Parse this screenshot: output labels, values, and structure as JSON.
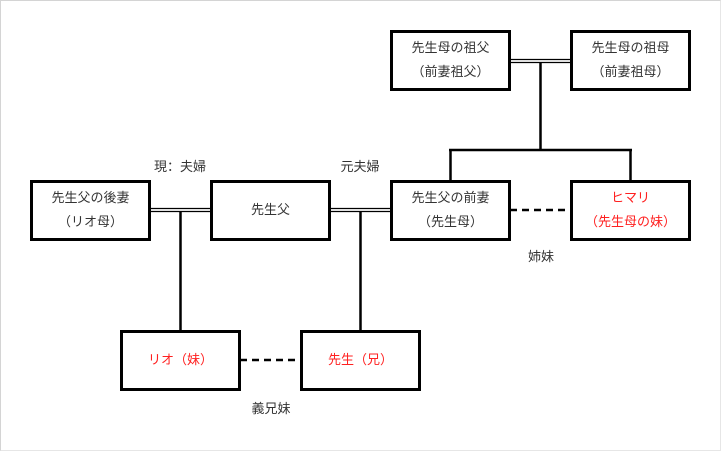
{
  "colors": {
    "line": "#000000",
    "text": "#333333",
    "highlight_text": "#ff2020"
  },
  "nodes": {
    "great_grandfather": {
      "line1": "先生母の祖父",
      "line2": "（前妻祖父）"
    },
    "great_grandmother": {
      "line1": "先生母の祖母",
      "line2": "（前妻祖母）"
    },
    "father_second_wife": {
      "line1": "先生父の後妻",
      "line2": "（リオ母）"
    },
    "father": {
      "line1": "先生父"
    },
    "father_former_wife": {
      "line1": "先生父の前妻",
      "line2": "（先生母）"
    },
    "himari": {
      "line1": "ヒマリ",
      "line2": "（先生母の妹）"
    },
    "rio": {
      "line1": "リオ（妹）"
    },
    "sensei": {
      "line1": "先生（兄）"
    }
  },
  "relations": {
    "current_couple": "現：夫婦",
    "former_couple": "元夫婦",
    "sisters": "姉妹",
    "step_siblings": "義兄妹"
  }
}
